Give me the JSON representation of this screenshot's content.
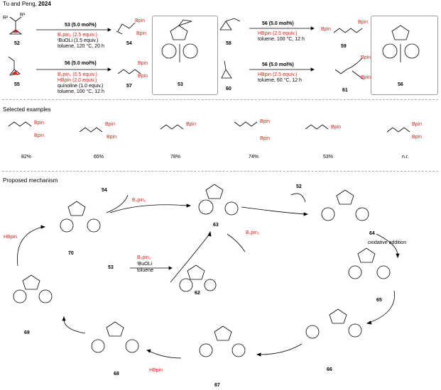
{
  "header": {
    "title": "Tu and Peng, ",
    "year": "2024"
  },
  "top": {
    "r1": {
      "start": "52",
      "product": "54",
      "catalyst_mol": "53 (5.0 mol%)",
      "cond_reagent": "B₂pin₂ (2.5 equiv.)",
      "cond_base": "ᵗBuOLi (1.5 equiv.)",
      "cond_solvent": "toluene, 120 °C, 20 h",
      "label_R2": "R²",
      "label_R1": "R¹",
      "label_bpin": "Bpin"
    },
    "r2": {
      "start": "55",
      "product": "57",
      "catalyst_mol": "56 (5.0 mol%)",
      "cond_reagent": "B₂pin₂ (0.5 equiv.)",
      "cond_hbpin": "HBpin (2.0 equiv.)",
      "cond_add": "quinoline (1.0 equiv.)",
      "cond_solvent": "toluene, 100 °C, 12 h"
    },
    "catalyst53": "53",
    "catalyst56": "56",
    "r3": {
      "start": "58",
      "product": "59",
      "catalyst_mol": "56 (5.0 mol%)",
      "cond_hbpin": "HBpin (2.5 equiv.)",
      "cond_solvent": "toluene, 100 °C, 12 h"
    },
    "r4": {
      "start": "60",
      "product": "61",
      "catalyst_mol": "56 (5.0 mol%)",
      "cond_hbpin": "HBpin (2.5 equiv.)",
      "cond_solvent": "toluene, 60 °C, 12 h"
    }
  },
  "examples": {
    "title": "Selected examples",
    "yields": [
      "82%",
      "65%",
      "78%",
      "74%",
      "53%",
      "n.r."
    ]
  },
  "mechanism": {
    "title": "Proposed mechanism",
    "compounds": [
      "63",
      "64",
      "65",
      "66",
      "67",
      "68",
      "69",
      "70",
      "62"
    ],
    "reagents": {
      "b2pin2_top": "B₂pin₂",
      "b2pin2_mid": "B₂pin₂",
      "hbpin_left": "HBpin",
      "hbpin_bottom": "HBpin",
      "p54": "54",
      "p52": "52",
      "p53": "53",
      "init_b2pin2": "B₂pin₂",
      "init_base": "ᵗBuOLi",
      "init_solvent": "toluene",
      "ox_add": "oxidative addition"
    }
  }
}
